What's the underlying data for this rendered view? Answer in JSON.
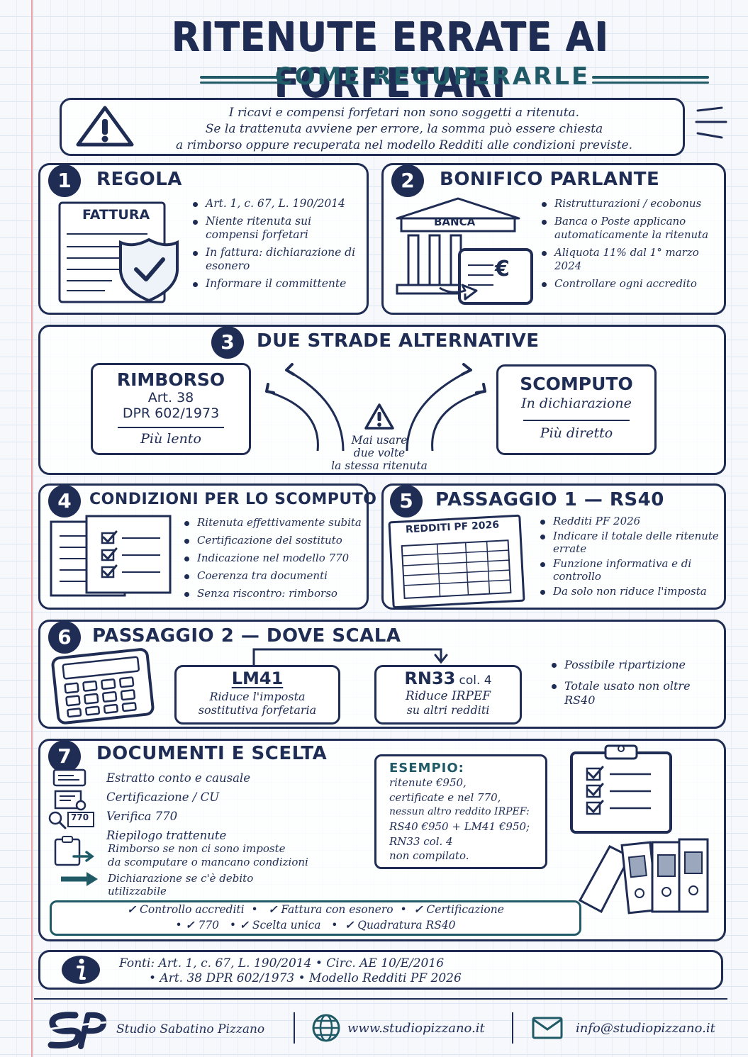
{
  "header": {
    "title": "RITENUTE ERRATE AI FORFETARI",
    "subtitle": "COME RECUPERARLE"
  },
  "intro": {
    "lines": [
      "I ricavi e compensi forfetari non sono soggetti a ritenuta.",
      "Se la trattenuta avviene per errore, la somma può essere chiesta",
      "a rimborso oppure recuperata nel modello Redditi alle condizioni previste."
    ]
  },
  "s1": {
    "num": "1",
    "title": "REGOLA",
    "doc_label": "FATTURA",
    "bullets": [
      "Art. 1, c. 67, L. 190/2014",
      "Niente ritenuta sui compensi forfetari",
      "In fattura: dichiarazione di esonero",
      "Informare il committente"
    ]
  },
  "s2": {
    "num": "2",
    "title": "BONIFICO PARLANTE",
    "bank_label": "BANCA",
    "euro": "€",
    "bullets": [
      "Ristrutturazioni / ecobonus",
      "Banca o Poste applicano automaticamente la ritenuta",
      "Aliquota 11% dal 1° marzo 2024",
      "Controllare ogni accredito"
    ]
  },
  "s3": {
    "num": "3",
    "title": "DUE STRADE ALTERNATIVE",
    "left": {
      "title": "RIMBORSO",
      "line1": "Art. 38",
      "line2": "DPR 602/1973",
      "note": "Più lento"
    },
    "right": {
      "title": "SCOMPUTO",
      "line1": "In dichiarazione",
      "note": "Più diretto"
    },
    "warning": [
      "Mai usare",
      "due volte",
      "la stessa ritenuta"
    ]
  },
  "s4": {
    "num": "4",
    "title": "CONDIZIONI PER LO SCOMPUTO",
    "bullets": [
      "Ritenuta effettivamente subita",
      "Certificazione del sostituto",
      "Indicazione nel modello 770",
      "Coerenza tra documenti",
      "Senza riscontro: rimborso"
    ]
  },
  "s5": {
    "num": "5",
    "title": "PASSAGGIO 1 — RS40",
    "form_label": "REDDITI PF 2026",
    "bullets": [
      "Redditi PF 2026",
      "Indicare il totale delle ritenute errate",
      "Funzione informativa e di controllo",
      "Da solo non riduce l'imposta"
    ]
  },
  "s6": {
    "num": "6",
    "title": "PASSAGGIO 2 — DOVE SCALA",
    "lm41": {
      "title": "LM41",
      "desc1": "Riduce l'imposta",
      "desc2": "sostitutiva forfetaria"
    },
    "rn33": {
      "title": "RN33",
      "col": "col. 4",
      "desc1": "Riduce IRPEF",
      "desc2": "su altri redditi"
    },
    "bullets": [
      "Possibile ripartizione",
      "Totale usato non oltre RS40"
    ]
  },
  "s7": {
    "num": "7",
    "title": "DOCUMENTI E SCELTA",
    "icon_770": "770",
    "items": [
      "Estratto conto e causale",
      "Certificazione / CU",
      "Verifica 770",
      "Riepilogo trattenute"
    ],
    "choice1": [
      "Rimborso se non ci sono imposte",
      "da scomputare o mancano condizioni"
    ],
    "choice2": [
      "Dichiarazione se c'è debito",
      "utilizzabile"
    ],
    "example": {
      "title": "ESEMPIO:",
      "lines": [
        "ritenute €950,",
        "certificate e nel 770,",
        "nessun altro reddito IRPEF:",
        "RS40 €950 + LM41 €950;",
        "RN33 col. 4",
        "non compilato."
      ]
    },
    "checks_row1": [
      "Controllo accrediti",
      "Fattura con esonero",
      "Certificazione"
    ],
    "checks_row2": [
      "770",
      "Scelta unica",
      "Quadratura RS40"
    ]
  },
  "sources": {
    "label": "Fonti:",
    "line1": "Art. 1, c. 67, L. 190/2014 • Circ. AE 10/E/2016",
    "line2": "• Art. 38 DPR 602/1973 • Modello Redditi PF 2026"
  },
  "footer": {
    "logo": "SP",
    "studio": "Studio Sabatino Pizzano",
    "website": "www.studiopizzano.it",
    "email": "info@studiopizzano.it"
  }
}
